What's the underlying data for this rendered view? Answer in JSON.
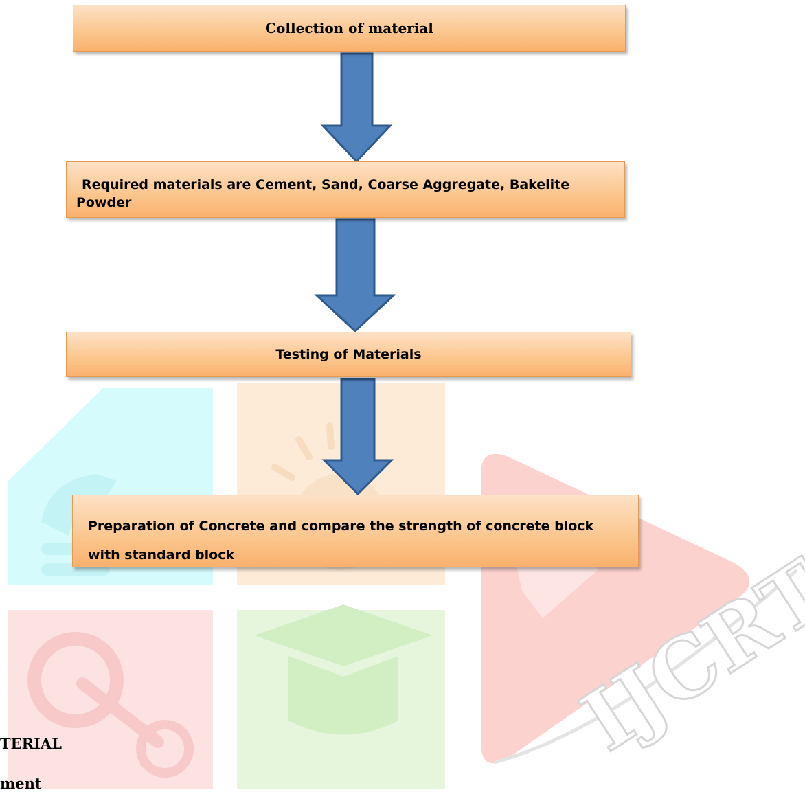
{
  "flow": {
    "steps": [
      "Collection of material",
      "Required materials are Cement, Sand, Coarse Aggregate, Bakelite Powder",
      "Testing of Materials",
      "Preparation of Concrete and compare the strength of concrete block with standard block"
    ]
  },
  "page_text": {
    "heading_fragment": "TERIAL",
    "subheading_fragment": "ment"
  },
  "watermark": {
    "text": "IJCRT"
  },
  "colors": {
    "box_fill": "#fbc891",
    "box_border": "#e59a52",
    "arrow_fill": "#4f81bd",
    "arrow_stroke": "#2f5a8c"
  }
}
